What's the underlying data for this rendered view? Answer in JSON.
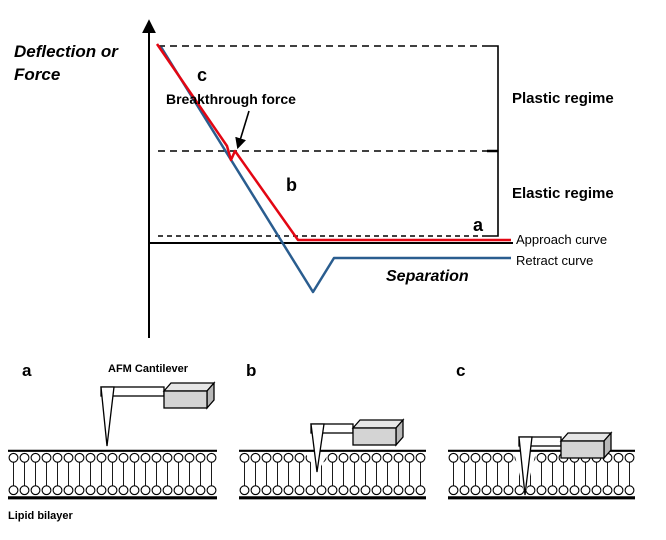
{
  "graph": {
    "y_axis_label_line1": "Deflection or",
    "y_axis_label_line2": "Force",
    "x_axis_label": "Separation",
    "breakthrough_label": "Breakthrough force",
    "regimes": {
      "plastic": "Plastic regime",
      "elastic": "Elastic regime"
    },
    "curves": {
      "approach_label": "Approach curve",
      "retract_label": "Retract curve",
      "approach_color": "#e30613",
      "retract_color": "#2a5d8f"
    },
    "markers": {
      "a": "a",
      "b": "b",
      "c": "c"
    }
  },
  "schematics": {
    "cantilever_label": "AFM Cantilever",
    "bilayer_label": "Lipid bilayer",
    "panels": [
      {
        "label": "a"
      },
      {
        "label": "b"
      },
      {
        "label": "c"
      }
    ]
  }
}
